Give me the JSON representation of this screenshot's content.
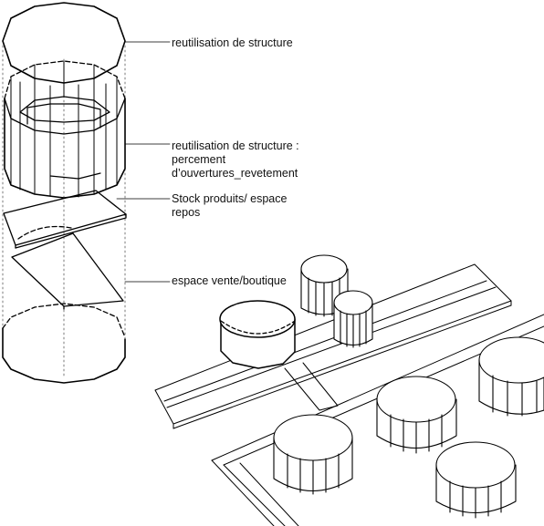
{
  "labels": {
    "structure_top": "reutilisation de structure",
    "structure_mid": {
      "line1": "reutilisation de structure :",
      "line2": "percement",
      "line3": "d’ouvertures_revetement"
    },
    "stock": {
      "line1": "Stock produits/ espace",
      "line2": "repos"
    },
    "vente": "espace vente/boutique"
  }
}
